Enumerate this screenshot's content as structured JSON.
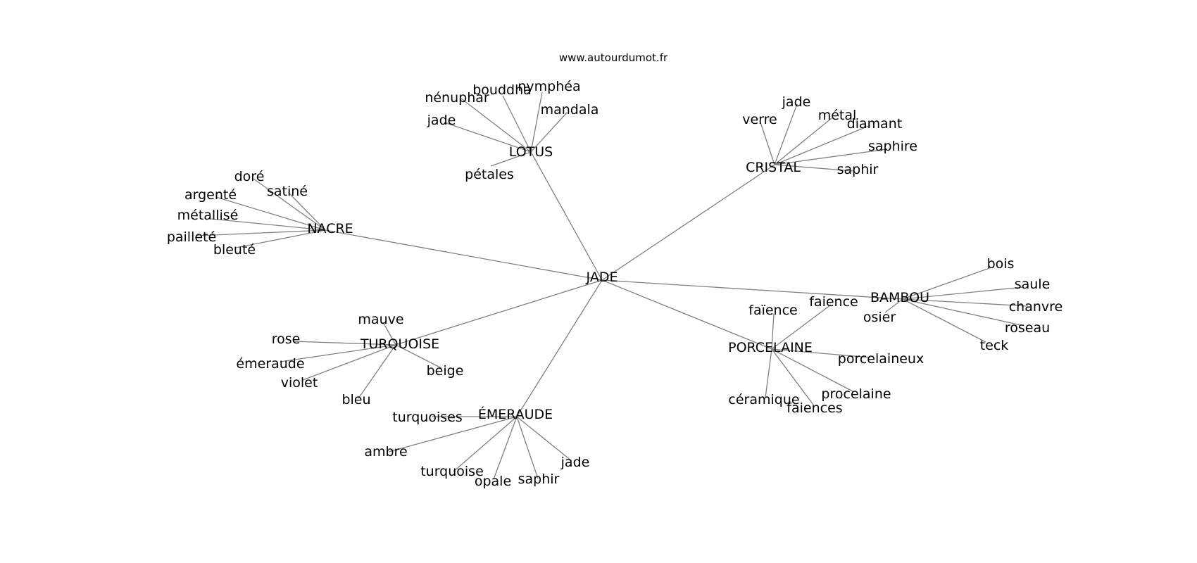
{
  "source_label": "www.autourdumot.fr",
  "colors": {
    "edge": "#808080",
    "text": "#000000",
    "background": "#ffffff"
  },
  "center": "JADE",
  "hubs": [
    {
      "id": "lotus",
      "label": "LOTUS",
      "words": [
        "nénuphar",
        "bouddha",
        "nymphéa",
        "mandala",
        "jade",
        "pétales"
      ]
    },
    {
      "id": "cristal",
      "label": "CRISTAL",
      "words": [
        "verre",
        "jade",
        "métal",
        "diamant",
        "saphire",
        "saphir"
      ]
    },
    {
      "id": "nacre",
      "label": "NACRE",
      "words": [
        "doré",
        "argenté",
        "satiné",
        "métallisé",
        "pailleté",
        "bleuté"
      ]
    },
    {
      "id": "bambou",
      "label": "BAMBOU",
      "words": [
        "bois",
        "saule",
        "chanvre",
        "roseau",
        "teck",
        "osier"
      ]
    },
    {
      "id": "turquoise",
      "label": "TURQUOISE",
      "words": [
        "mauve",
        "rose",
        "émeraude",
        "violet",
        "bleu",
        "beige"
      ]
    },
    {
      "id": "porcelaine",
      "label": "PORCELAINE",
      "words": [
        "faïence",
        "faience",
        "porcelaineux",
        "procelaine",
        "faiences",
        "céramique"
      ]
    },
    {
      "id": "emeraude",
      "label": "ÉMERAUDE",
      "words": [
        "turquoises",
        "ambre",
        "turquoise",
        "opale",
        "saphir",
        "jade"
      ]
    }
  ]
}
